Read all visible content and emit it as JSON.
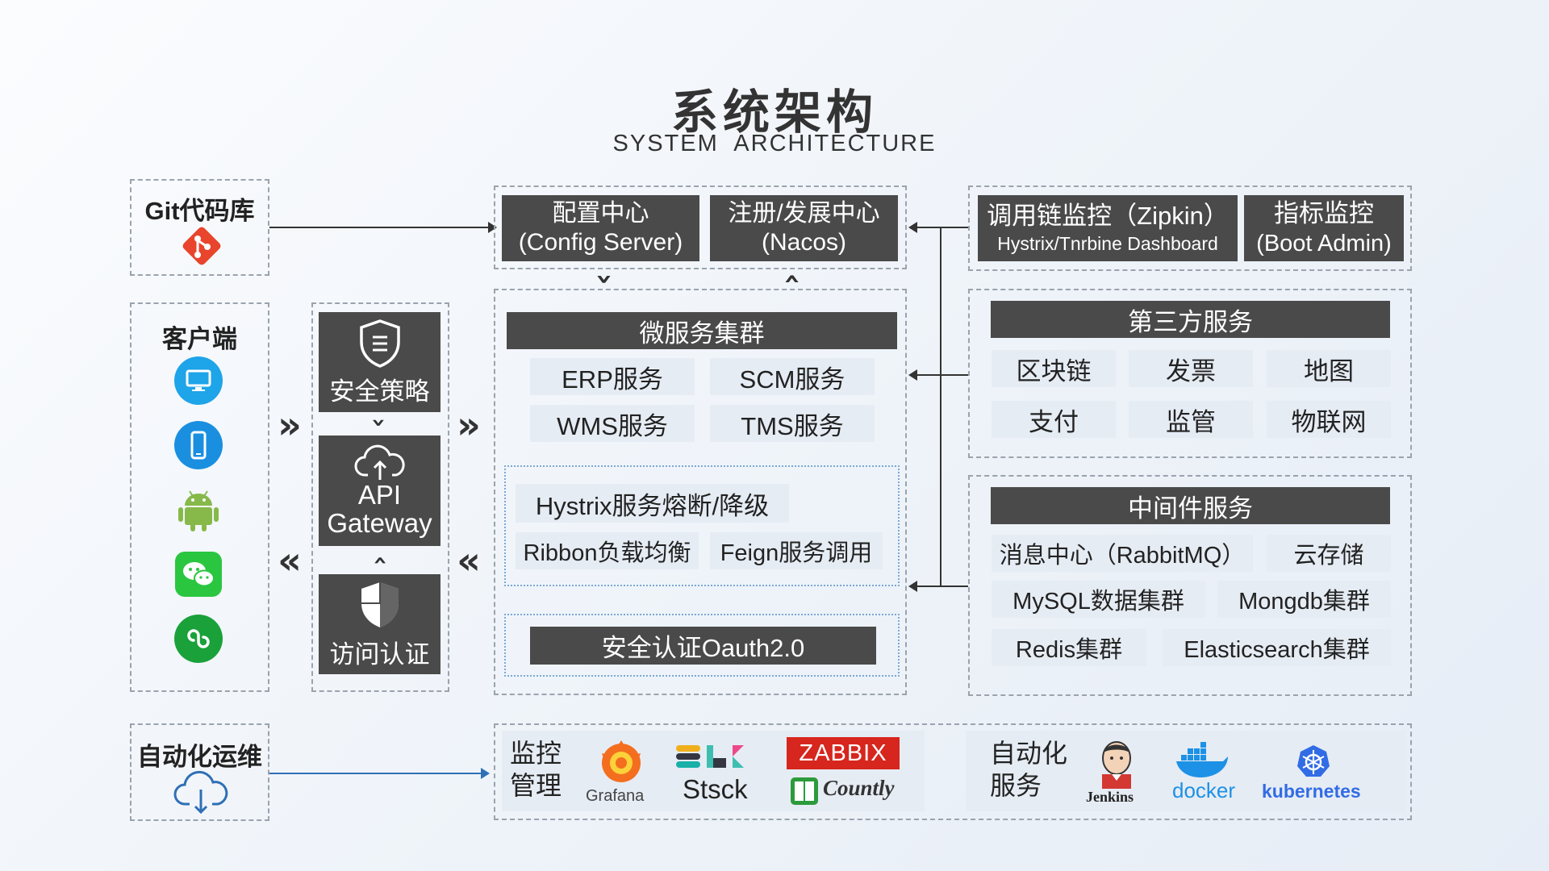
{
  "header": {
    "title": "系统架构",
    "subtitle": "SYSTEM  ARCHITECTURE"
  },
  "git": {
    "label": "Git代码库"
  },
  "client": {
    "label": "客户端",
    "icons": [
      "desktop-icon",
      "mobile-phone-icon",
      "android-icon",
      "wechat-icon",
      "mini-program-icon"
    ]
  },
  "gateway": {
    "security": "安全策略",
    "api_line1": "API",
    "api_line2": "Gateway",
    "auth": "访问认证"
  },
  "config": {
    "config_line1": "配置中心",
    "config_line2": "(Config Server)",
    "registry_line1": "注册/发展中心",
    "registry_line2": "(Nacos)"
  },
  "micro": {
    "title": "微服务集群",
    "services": [
      "ERP服务",
      "SCM服务",
      "WMS服务",
      "TMS服务"
    ],
    "hystrix": "Hystrix服务熔断/降级",
    "ribbon": "Ribbon负载均衡",
    "feign": "Feign服务调用",
    "oauth": "安全认证Oauth2.0"
  },
  "monitor_top": {
    "trace_line1": "调用链监控（Zipkin）",
    "trace_line2": "Hystrix/Tnrbine Dashboard",
    "metrics_line1": "指标监控",
    "metrics_line2": "(Boot Admin)"
  },
  "third_party": {
    "title": "第三方服务",
    "items": [
      "区块链",
      "发票",
      "地图",
      "支付",
      "监管",
      "物联网"
    ]
  },
  "middleware": {
    "title": "中间件服务",
    "items": [
      "消息中心（RabbitMQ）",
      "云存储",
      "MySQL数据集群",
      "Mongdb集群",
      "Redis集群",
      "Elasticsearch集群"
    ]
  },
  "ops": {
    "label": "自动化运维",
    "monitor_line1": "监控",
    "monitor_line2": "管理",
    "grafana": "Grafana",
    "stsck": "Stsck",
    "zabbix": "ZABBIX",
    "countly": "Countly",
    "auto_line1": "自动化",
    "auto_line2": "服务",
    "jenkins": "Jenkins",
    "docker": "docker",
    "kubernetes": "kubernetes"
  },
  "colors": {
    "dark_box": "#4a4a4a",
    "light_box": "#e6ecf4",
    "dash": "#9aa3ad",
    "blue_line": "#2f6fb5",
    "zabbix_red": "#d6261d"
  }
}
